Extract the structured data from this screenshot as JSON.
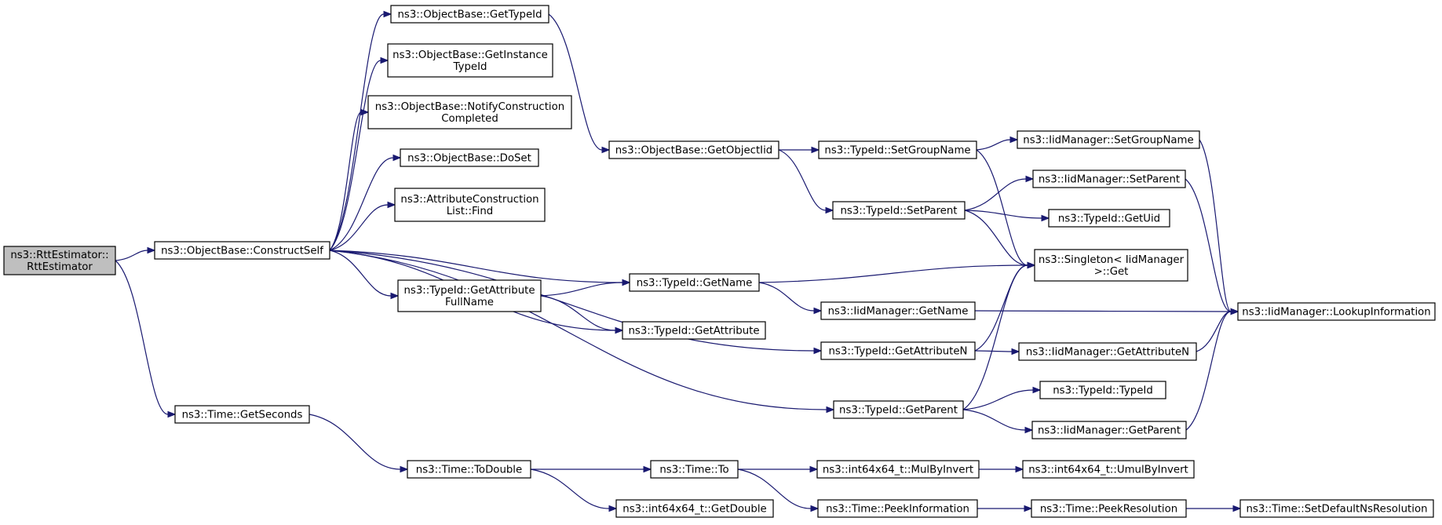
{
  "graph": {
    "edge_color": "#191970",
    "root_fill": "#bfbfbf",
    "nodes": [
      {
        "id": "rtt",
        "lines": [
          "ns3::RttEstimator::",
          "RttEstimator"
        ],
        "root": true
      },
      {
        "id": "constructself",
        "lines": [
          "ns3::ObjectBase::ConstructSelf"
        ]
      },
      {
        "id": "gettypeid",
        "lines": [
          "ns3::ObjectBase::GetTypeId"
        ]
      },
      {
        "id": "getinstancetypeid",
        "lines": [
          "ns3::ObjectBase::GetInstance",
          "TypeId"
        ]
      },
      {
        "id": "notifyconstruction",
        "lines": [
          "ns3::ObjectBase::NotifyConstruction",
          "Completed"
        ]
      },
      {
        "id": "doset",
        "lines": [
          "ns3::ObjectBase::DoSet"
        ]
      },
      {
        "id": "attrfind",
        "lines": [
          "ns3::AttributeConstruction",
          "List::Find"
        ]
      },
      {
        "id": "getobjectiid",
        "lines": [
          "ns3::ObjectBase::GetObjectIid"
        ]
      },
      {
        "id": "setgroupname",
        "lines": [
          "ns3::TypeId::SetGroupName"
        ]
      },
      {
        "id": "iid_setgroupname",
        "lines": [
          "ns3::IidManager::SetGroupName"
        ]
      },
      {
        "id": "iid_setparent",
        "lines": [
          "ns3::IidManager::SetParent"
        ]
      },
      {
        "id": "setparent",
        "lines": [
          "ns3::TypeId::SetParent"
        ]
      },
      {
        "id": "getuid",
        "lines": [
          "ns3::TypeId::GetUid"
        ]
      },
      {
        "id": "singleton",
        "lines": [
          "ns3::Singleton< IidManager",
          ">::Get"
        ]
      },
      {
        "id": "getname",
        "lines": [
          "ns3::TypeId::GetName"
        ]
      },
      {
        "id": "getattrfullname",
        "lines": [
          "ns3::TypeId::GetAttribute",
          "FullName"
        ]
      },
      {
        "id": "iid_getname",
        "lines": [
          "ns3::IidManager::GetName"
        ]
      },
      {
        "id": "lookup",
        "lines": [
          "ns3::IidManager::LookupInformation"
        ]
      },
      {
        "id": "getattribute",
        "lines": [
          "ns3::TypeId::GetAttribute"
        ]
      },
      {
        "id": "getattributen",
        "lines": [
          "ns3::TypeId::GetAttributeN"
        ]
      },
      {
        "id": "iid_getattributen",
        "lines": [
          "ns3::IidManager::GetAttributeN"
        ]
      },
      {
        "id": "typeid_typeid",
        "lines": [
          "ns3::TypeId::TypeId"
        ]
      },
      {
        "id": "getparent",
        "lines": [
          "ns3::TypeId::GetParent"
        ]
      },
      {
        "id": "iid_getparent",
        "lines": [
          "ns3::IidManager::GetParent"
        ]
      },
      {
        "id": "getseconds",
        "lines": [
          "ns3::Time::GetSeconds"
        ]
      },
      {
        "id": "todouble",
        "lines": [
          "ns3::Time::ToDouble"
        ]
      },
      {
        "id": "time_to",
        "lines": [
          "ns3::Time::To"
        ]
      },
      {
        "id": "mulbyinvert",
        "lines": [
          "ns3::int64x64_t::MulByInvert"
        ]
      },
      {
        "id": "umulbyinvert",
        "lines": [
          "ns3::int64x64_t::UmulByInvert"
        ]
      },
      {
        "id": "getdouble",
        "lines": [
          "ns3::int64x64_t::GetDouble"
        ]
      },
      {
        "id": "peekinformation",
        "lines": [
          "ns3::Time::PeekInformation"
        ]
      },
      {
        "id": "peekresolution",
        "lines": [
          "ns3::Time::PeekResolution"
        ]
      },
      {
        "id": "setdefaultns",
        "lines": [
          "ns3::Time::SetDefaultNsResolution"
        ]
      }
    ],
    "edges": [
      [
        "rtt",
        "constructself"
      ],
      [
        "rtt",
        "getseconds"
      ],
      [
        "constructself",
        "gettypeid"
      ],
      [
        "constructself",
        "getinstancetypeid"
      ],
      [
        "constructself",
        "notifyconstruction"
      ],
      [
        "constructself",
        "doset"
      ],
      [
        "constructself",
        "attrfind"
      ],
      [
        "constructself",
        "getname"
      ],
      [
        "constructself",
        "getattrfullname"
      ],
      [
        "constructself",
        "getattribute"
      ],
      [
        "constructself",
        "getattributen"
      ],
      [
        "constructself",
        "getparent"
      ],
      [
        "gettypeid",
        "getobjectiid"
      ],
      [
        "getobjectiid",
        "setgroupname"
      ],
      [
        "getobjectiid",
        "setparent"
      ],
      [
        "setgroupname",
        "iid_setgroupname"
      ],
      [
        "setgroupname",
        "singleton"
      ],
      [
        "iid_setgroupname",
        "lookup"
      ],
      [
        "setparent",
        "iid_setparent"
      ],
      [
        "setparent",
        "getuid"
      ],
      [
        "setparent",
        "singleton"
      ],
      [
        "iid_setparent",
        "lookup"
      ],
      [
        "getattrfullname",
        "getname"
      ],
      [
        "getattrfullname",
        "getattribute"
      ],
      [
        "getname",
        "singleton"
      ],
      [
        "getname",
        "iid_getname"
      ],
      [
        "iid_getname",
        "lookup"
      ],
      [
        "getattributen",
        "singleton"
      ],
      [
        "getattributen",
        "iid_getattributen"
      ],
      [
        "iid_getattributen",
        "lookup"
      ],
      [
        "getparent",
        "singleton"
      ],
      [
        "getparent",
        "typeid_typeid"
      ],
      [
        "getparent",
        "iid_getparent"
      ],
      [
        "iid_getparent",
        "lookup"
      ],
      [
        "getseconds",
        "todouble"
      ],
      [
        "todouble",
        "time_to"
      ],
      [
        "todouble",
        "getdouble"
      ],
      [
        "time_to",
        "mulbyinvert"
      ],
      [
        "time_to",
        "peekinformation"
      ],
      [
        "mulbyinvert",
        "umulbyinvert"
      ],
      [
        "peekinformation",
        "peekresolution"
      ],
      [
        "peekresolution",
        "setdefaultns"
      ]
    ]
  }
}
